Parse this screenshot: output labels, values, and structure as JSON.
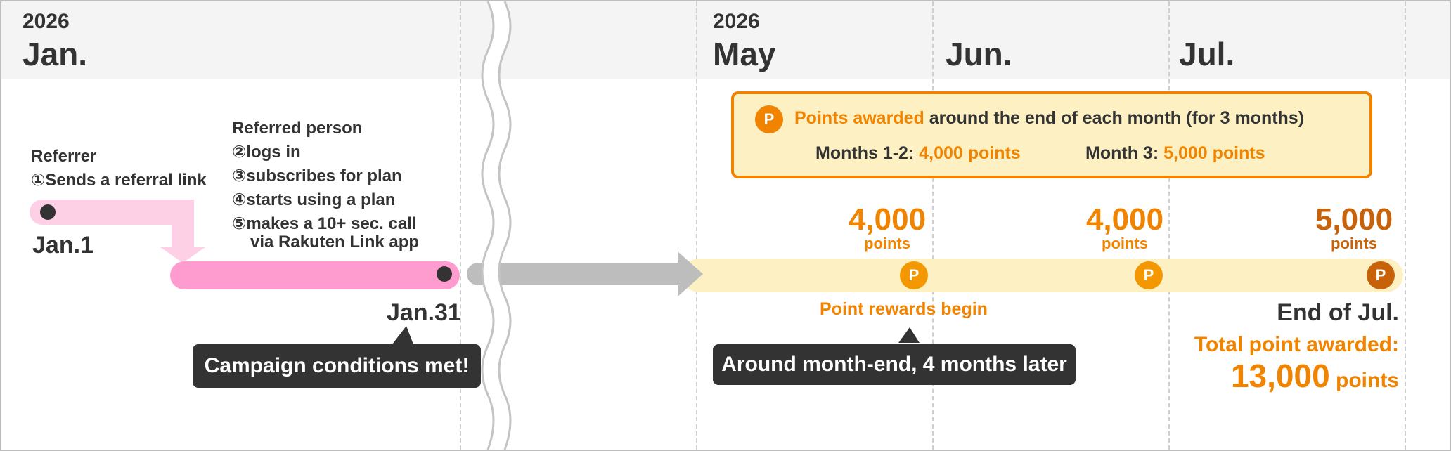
{
  "header": {
    "left_year": "2026",
    "left_month": "Jan.",
    "right_year": "2026",
    "months": [
      "May",
      "Jun.",
      "Jul."
    ]
  },
  "referrer": {
    "title": "Referrer",
    "step1": "①Sends a referral link",
    "start_date": "Jan.1"
  },
  "referred": {
    "title": "Referred person",
    "steps": [
      "②logs in",
      "③subscribes for plan",
      "④starts using a plan",
      "⑤makes a 10+ sec. call",
      "via Rakuten Link app"
    ],
    "end_date": "Jan.31"
  },
  "callouts": {
    "conditions_met": "Campaign conditions met!",
    "month_end": "Around month-end, 4 months later"
  },
  "info_box": {
    "icon_letter": "P",
    "highlight": "Points awarded",
    "rest": " around the end of each month (for 3 months)",
    "months_12_label": "Months 1-2: ",
    "months_12_value": "4,000 points",
    "month_3_label": "Month 3: ",
    "month_3_value": "5,000 points"
  },
  "rewards": [
    {
      "amount": "4,000",
      "unit": "points",
      "icon": "P"
    },
    {
      "amount": "4,000",
      "unit": "points",
      "icon": "P"
    },
    {
      "amount": "5,000",
      "unit": "points",
      "icon": "P"
    }
  ],
  "point_rewards_begin": "Point rewards begin",
  "end": {
    "label": "End of Jul.",
    "total_label": "Total point awarded:",
    "total_value": "13,000",
    "total_unit": " points"
  },
  "colors": {
    "orange": "#f08300",
    "dark_orange": "#c8620a",
    "pink_light": "#fdd0e6",
    "pink": "#ff9ccf",
    "yellow_band": "#fdf1c4",
    "gray_arrow": "#bdbdbd"
  }
}
